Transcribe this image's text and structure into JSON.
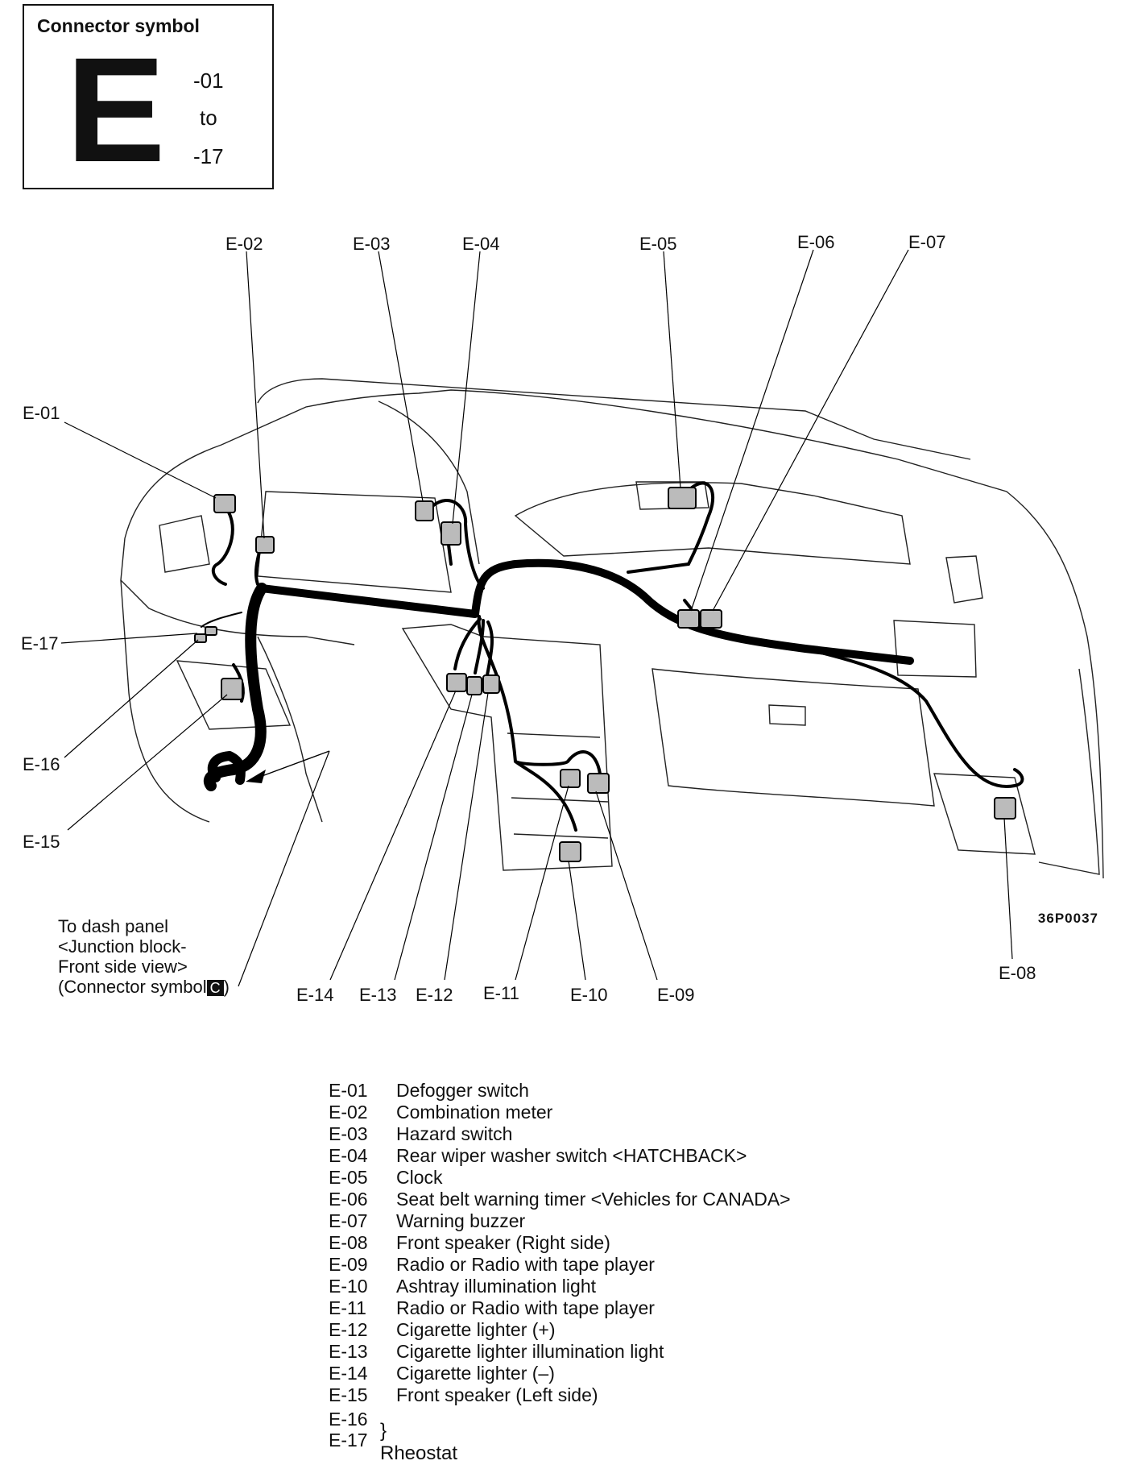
{
  "connector_box": {
    "title": "Connector symbol",
    "letter": "E",
    "range_start": "-01",
    "range_word": "to",
    "range_end": "-17"
  },
  "callouts": [
    "E-01",
    "E-02",
    "E-03",
    "E-04",
    "E-05",
    "E-06",
    "E-07",
    "E-08",
    "E-09",
    "E-10",
    "E-11",
    "E-12",
    "E-13",
    "E-14",
    "E-15",
    "E-16",
    "E-17"
  ],
  "figure_code": "36P0037",
  "dash_note": {
    "line1": "To dash panel",
    "line2": "<Junction block-",
    "line3": "Front side view>",
    "line4": "(Connector symbol",
    "symbol": "C",
    "close": ")"
  },
  "legend": [
    {
      "code": "E-01",
      "desc": "Defogger switch"
    },
    {
      "code": "E-02",
      "desc": "Combination meter"
    },
    {
      "code": "E-03",
      "desc": "Hazard switch"
    },
    {
      "code": "E-04",
      "desc": "Rear wiper washer switch <HATCHBACK>"
    },
    {
      "code": "E-05",
      "desc": "Clock"
    },
    {
      "code": "E-06",
      "desc": "Seat belt warning timer <Vehicles for CANADA>"
    },
    {
      "code": "E-07",
      "desc": "Warning buzzer"
    },
    {
      "code": "E-08",
      "desc": "Front speaker (Right side)"
    },
    {
      "code": "E-09",
      "desc": "Radio or Radio with tape player"
    },
    {
      "code": "E-10",
      "desc": "Ashtray illumination light"
    },
    {
      "code": "E-11",
      "desc": "Radio or Radio with tape player"
    },
    {
      "code": "E-12",
      "desc": "Cigarette lighter (+)"
    },
    {
      "code": "E-13",
      "desc": "Cigarette lighter illumination light"
    },
    {
      "code": "E-14",
      "desc": "Cigarette lighter (–)"
    },
    {
      "code": "E-15",
      "desc": "Front speaker (Left side)"
    },
    {
      "code": "E-16",
      "desc": ""
    },
    {
      "code": "E-17",
      "desc": ""
    }
  ],
  "rheostat_group": "Rheostat"
}
